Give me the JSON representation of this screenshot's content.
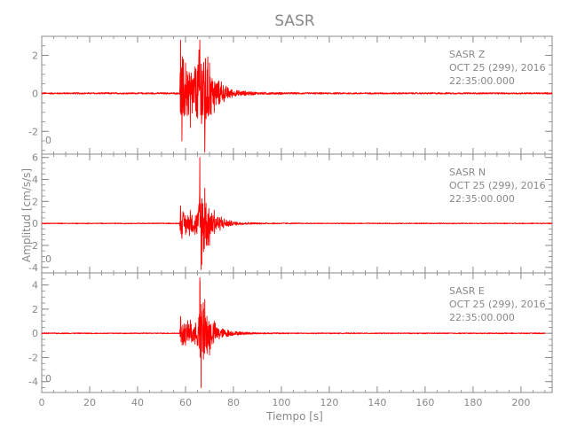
{
  "chart_data": {
    "type": "line",
    "title": "SASR",
    "xlabel": "Tiempo [s]",
    "ylabel": "Amplitud [cm/s/s]",
    "xlim": [
      0,
      213
    ],
    "x_ticks": [
      0,
      20,
      40,
      60,
      80,
      100,
      120,
      140,
      160,
      180,
      200
    ],
    "grid": false,
    "line_color": "#ff0000",
    "axis_color": "#888888",
    "panels": [
      {
        "component": "SASR  Z",
        "date": "OCT 25 (299), 2016",
        "time": "22:35:00.000",
        "marker": "0",
        "ylim": [
          -3.2,
          3.0
        ],
        "y_ticks": [
          -2,
          0,
          2
        ],
        "series": [
          {
            "x": [
              0,
              57.5,
              58,
              58.5,
              60,
              62,
              64,
              66,
              68,
              70,
              72,
              75,
              80,
              90,
              110,
              140,
              213
            ],
            "y": [
              0.05,
              0.05,
              2.8,
              -2.5,
              1.6,
              -1.8,
              1.4,
              2.8,
              -3.1,
              1.6,
              -1.0,
              0.6,
              0.2,
              0.08,
              0.05,
              0.05,
              0.05
            ]
          }
        ]
      },
      {
        "component": "SASR  N",
        "date": "OCT 25 (299), 2016",
        "time": "22:35:00.000",
        "marker": "0",
        "ylim": [
          -4.5,
          6.3
        ],
        "y_ticks": [
          -4,
          -2,
          0,
          2,
          4,
          6
        ],
        "series": [
          {
            "x": [
              0,
              57.5,
              58,
              60,
              62,
              64,
              65.5,
              66,
              66.5,
              68,
              70,
              72,
              75,
              80,
              90,
              110,
              140,
              213
            ],
            "y": [
              0.05,
              0.05,
              1.6,
              -1.0,
              1.2,
              -1.0,
              1.5,
              6.0,
              -4.2,
              3.2,
              -2.0,
              1.2,
              0.6,
              0.2,
              0.08,
              0.05,
              0.05,
              0.05
            ]
          }
        ]
      },
      {
        "component": "SASR  E",
        "date": "OCT 25 (299), 2016",
        "time": "22:35:00.000",
        "marker": "0",
        "ylim": [
          -4.9,
          5.0
        ],
        "y_ticks": [
          -4,
          -2,
          0,
          2,
          4
        ],
        "series": [
          {
            "x": [
              0,
              57.5,
              58,
              60,
              62,
              64,
              65.5,
              66,
              66.5,
              68,
              70,
              72,
              75,
              80,
              90,
              110,
              140,
              210
            ],
            "y": [
              0.05,
              0.05,
              1.4,
              -1.0,
              1.1,
              -0.9,
              1.3,
              4.6,
              -4.5,
              2.8,
              -1.8,
              1.0,
              0.5,
              0.2,
              0.08,
              0.05,
              0.05,
              0.05
            ]
          }
        ]
      }
    ]
  }
}
